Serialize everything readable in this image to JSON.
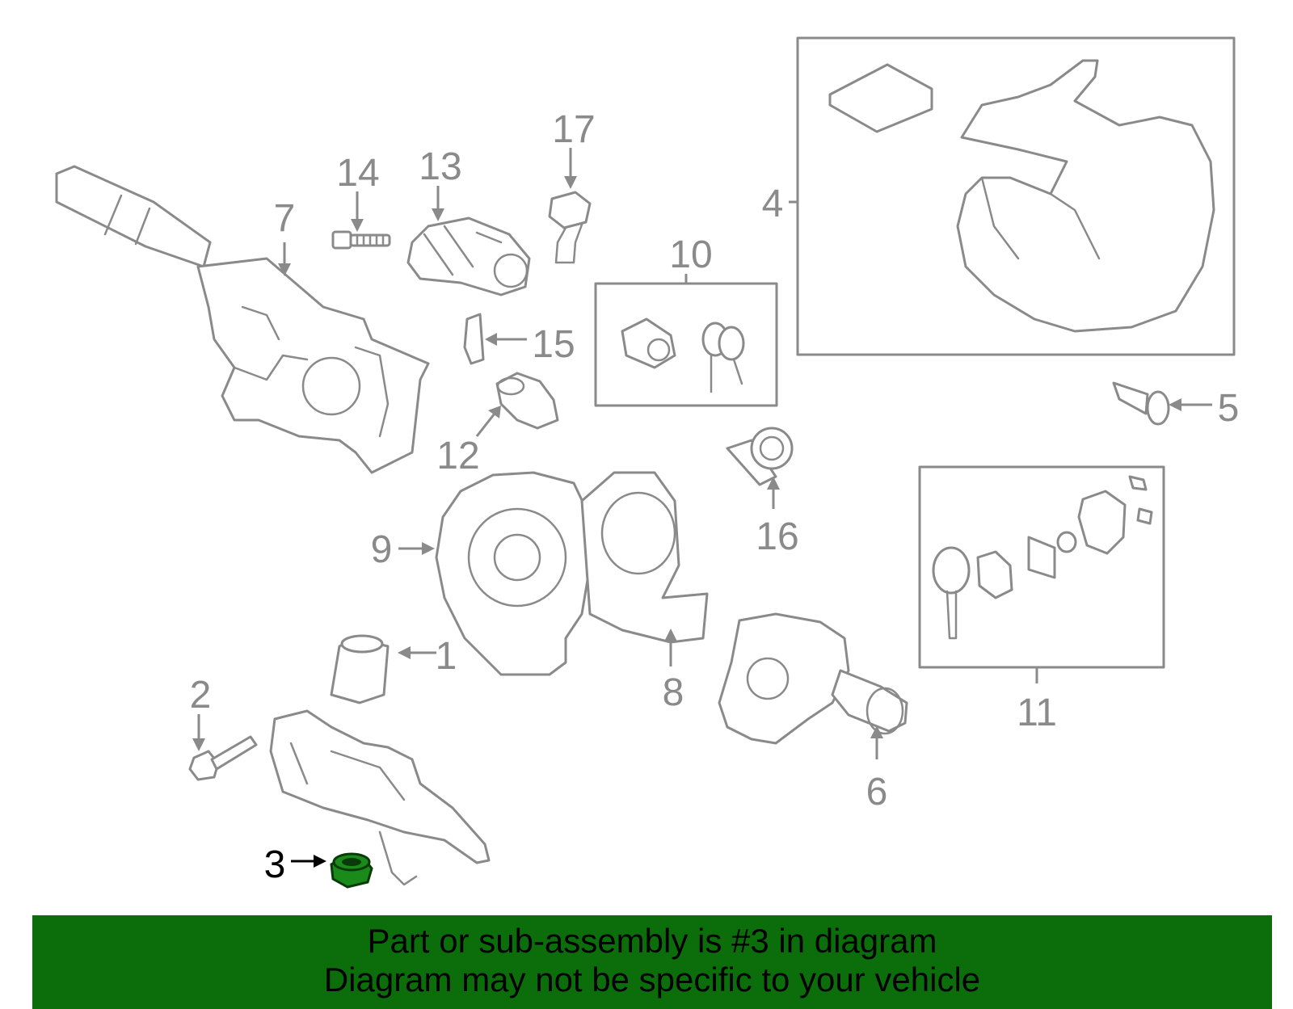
{
  "diagram": {
    "callouts": [
      "1",
      "2",
      "3",
      "4",
      "5",
      "6",
      "7",
      "8",
      "9",
      "10",
      "11",
      "12",
      "13",
      "14",
      "15",
      "16",
      "17"
    ],
    "highlighted_part": "3",
    "highlight_color": "#1a8a1a",
    "line_color": "#8a8a8a"
  },
  "banner": {
    "line1": "Part or sub-assembly is #3 in diagram",
    "line2": "Diagram may not be specific to your vehicle",
    "background": "#0b6e0b"
  }
}
